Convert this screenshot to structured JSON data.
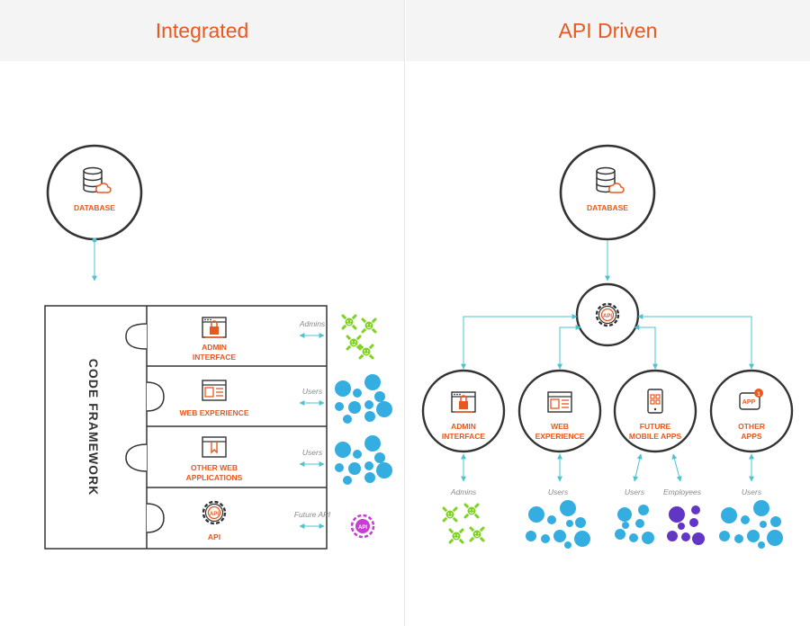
{
  "headers": {
    "left": "Integrated",
    "right": "API Driven"
  },
  "integrated": {
    "database": "DATABASE",
    "code_framework": "CODE FRAMEWORK",
    "pieces": [
      {
        "line1": "ADMIN",
        "line2": "INTERFACE",
        "side": "Admins"
      },
      {
        "line1": "WEB EXPERIENCE",
        "line2": "",
        "side": "Users"
      },
      {
        "line1": "OTHER WEB",
        "line2": "APPLICATIONS",
        "side": "Users"
      },
      {
        "line1": "API",
        "line2": "",
        "side": "Future API"
      }
    ],
    "api_badge": "API"
  },
  "api_driven": {
    "database": "DATABASE",
    "api_hub": "API",
    "nodes": [
      {
        "line1": "ADMIN",
        "line2": "INTERFACE"
      },
      {
        "line1": "WEB",
        "line2": "EXPERIENCE"
      },
      {
        "line1": "FUTURE",
        "line2": "MOBILE APPS"
      },
      {
        "line1": "OTHER",
        "line2": "APPS"
      }
    ],
    "app_badge": "APP",
    "notification_count": "1",
    "audiences": [
      "Admins",
      "Users",
      "Users",
      "Employees",
      "Users"
    ]
  },
  "colors": {
    "accent": "#e8581f",
    "connector": "#4cc3cf",
    "admins": "#7ed321",
    "users": "#34aee0",
    "employees": "#6236c4",
    "future_api": "#c43fcf"
  }
}
